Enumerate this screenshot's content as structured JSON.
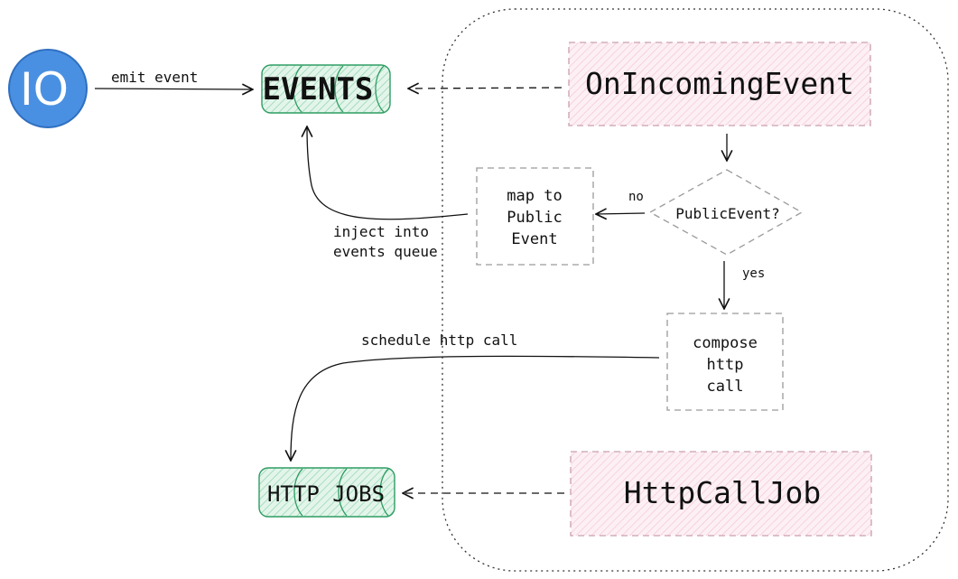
{
  "io_node": {
    "label": "IO",
    "color": "#4a90e2"
  },
  "queues": {
    "events": {
      "label": "EVENTS"
    },
    "http_jobs": {
      "label": "HTTP JOBS"
    }
  },
  "nodes": {
    "on_incoming_event": {
      "label": "OnIncomingEvent"
    },
    "public_event_decision": {
      "label": "PublicEvent?"
    },
    "map_to_public": {
      "lines": [
        "map to",
        "Public",
        "Event"
      ]
    },
    "compose_http": {
      "lines": [
        "compose",
        "http",
        "call"
      ]
    },
    "http_call_job": {
      "label": "HttpCallJob"
    }
  },
  "edge_labels": {
    "emit_event": "emit event",
    "no": "no",
    "yes": "yes",
    "inject": [
      "inject into",
      "events queue"
    ],
    "schedule": "schedule http call"
  },
  "colors": {
    "queue_fill": "#c9ecd9",
    "queue_stroke": "#2e9d63",
    "job_fill": "#fbe3ea",
    "job_stroke": "#c9a0ad",
    "box_stroke": "#9a9a9a",
    "line": "#111111"
  }
}
